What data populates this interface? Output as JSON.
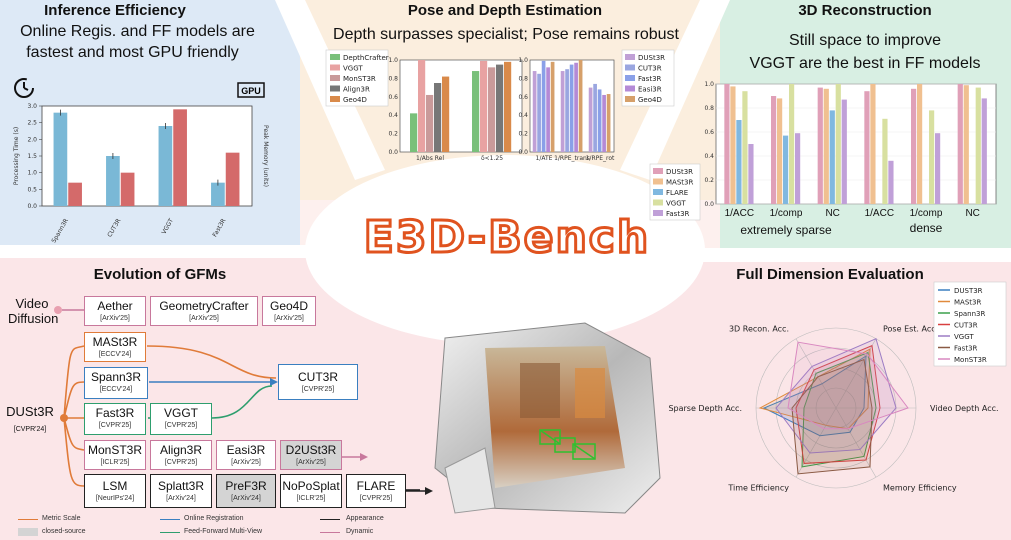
{
  "colors": {
    "orange": "#e07b39",
    "blue": "#3a7fc0",
    "green": "#2e9e6e",
    "black": "#222222",
    "pink": "#c8789c",
    "red_bar": "#d46a6a",
    "blue_bar": "#7ab8d6"
  },
  "efficiency": {
    "title": "Inference Efficiency",
    "subtitle_l1": "Online Regis. and FF models are",
    "subtitle_l2": "fastest and most GPU friendly",
    "gpu_label": "GPU",
    "ylabel_left": "Processing Time (s)",
    "ylabel_right": "Peak Memory (units)"
  },
  "pose": {
    "title": "Pose and Depth Estimation",
    "subtitle": "Depth surpasses specialist; Pose remains robust"
  },
  "recon": {
    "title": "3D Reconstruction",
    "subtitle_l1": "Still space to improve",
    "subtitle_l2": "VGGT are the best in FF models",
    "group_sparse": "extremely sparse",
    "group_dense": "dense"
  },
  "logo": {
    "text": "E3D-Bench"
  },
  "evolution": {
    "title": "Evolution of GFMs",
    "video_label_l1": "Video",
    "video_label_l2": "Diffusion",
    "root_name": "DUSt3R",
    "root_venue": "[CVPR'24]",
    "nodes": [
      {
        "name": "Aether",
        "venue": "[ArXiv'25]"
      },
      {
        "name": "GeometryCrafter",
        "venue": "[ArXiv'25]"
      },
      {
        "name": "Geo4D",
        "venue": "[ArXiv'25]"
      },
      {
        "name": "MASt3R",
        "venue": "[ECCV'24]"
      },
      {
        "name": "Spann3R",
        "venue": "[ECCV'24]"
      },
      {
        "name": "CUT3R",
        "venue": "[CVPR'25]"
      },
      {
        "name": "Fast3R",
        "venue": "[CVPR'25]"
      },
      {
        "name": "VGGT",
        "venue": "[CVPR'25]"
      },
      {
        "name": "MonST3R",
        "venue": "[ICLR'25]"
      },
      {
        "name": "Align3R",
        "venue": "[CVPR'25]"
      },
      {
        "name": "Easi3R",
        "venue": "[ArXiv'25]"
      },
      {
        "name": "D2USt3R",
        "venue": "[ArXiv'25]"
      },
      {
        "name": "LSM",
        "venue": "[NeurIPs'24]"
      },
      {
        "name": "Splatt3R",
        "venue": "[ArXiv'24]"
      },
      {
        "name": "PreF3R",
        "venue": "[ArXiv'24]"
      },
      {
        "name": "NoPoSplat",
        "venue": "[ICLR'25]"
      },
      {
        "name": "FLARE",
        "venue": "[CVPR'25]"
      }
    ],
    "key": {
      "metric": "Metric Scale",
      "closed": "closed-source",
      "online": "Online Registration",
      "ffmv": "Feed-Forward Multi-View",
      "appearance": "Appearance",
      "dynamic": "Dynamic"
    }
  },
  "full": {
    "title": "Full Dimension Evaluation",
    "axes": [
      "Pose Est. Acc.",
      "Video Depth Acc.",
      "Memory Efficiency",
      "Time Efficiency",
      "Sparse Depth Acc.",
      "3D Recon. Acc."
    ],
    "legend": [
      {
        "name": "DUST3R",
        "color": "#3a7fc0"
      },
      {
        "name": "MASt3R",
        "color": "#e08a3c"
      },
      {
        "name": "Spann3R",
        "color": "#3aa04a"
      },
      {
        "name": "CUT3R",
        "color": "#d84040"
      },
      {
        "name": "VGGT",
        "color": "#9c7cc4"
      },
      {
        "name": "Fast3R",
        "color": "#8a5a44"
      },
      {
        "name": "MonST3R",
        "color": "#d988c0"
      }
    ]
  },
  "chart_data": [
    {
      "type": "bar",
      "categories": [
        "Spann3R",
        "CUT3R",
        "VGGT",
        "Fast3R"
      ],
      "series": [
        {
          "name": "",
          "values": [
            2.8,
            1.5,
            2.4,
            0.7
          ]
        },
        {
          "name": "",
          "values": [
            0.7,
            1.0,
            2.9,
            1.6
          ]
        }
      ],
      "ylim": [
        0,
        3.0
      ]
    },
    {
      "type": "bar",
      "categories": [
        "1/Abs Rel",
        "δ<1.25",
        "1/ATE",
        "1/RPE_trans",
        "1/RPE_rot"
      ],
      "series": [
        {
          "name": "DepthCrafter",
          "values": [
            0.42,
            0.88,
            null,
            null,
            null
          ]
        },
        {
          "name": "VGGT",
          "values": [
            1.0,
            0.99,
            null,
            null,
            null
          ]
        },
        {
          "name": "MonST3R",
          "values": [
            0.62,
            0.92,
            null,
            null,
            null
          ]
        },
        {
          "name": "Align3R",
          "values": [
            0.75,
            0.95,
            null,
            null,
            null
          ]
        },
        {
          "name": "Geo4D",
          "values": [
            0.82,
            0.98,
            null,
            null,
            null
          ]
        },
        {
          "name": "DUSt3R",
          "values": [
            null,
            null,
            0.88,
            0.88,
            0.7
          ]
        },
        {
          "name": "CUT3R",
          "values": [
            null,
            null,
            0.85,
            0.9,
            0.74
          ]
        },
        {
          "name": "Fast3R",
          "values": [
            null,
            null,
            0.99,
            0.95,
            0.68
          ]
        },
        {
          "name": "Easi3R",
          "values": [
            null,
            null,
            0.92,
            0.97,
            0.62
          ]
        },
        {
          "name": "Geo4D",
          "values": [
            null,
            null,
            0.98,
            1.0,
            0.63
          ]
        }
      ],
      "ylim": [
        0,
        1.0
      ]
    },
    {
      "type": "bar",
      "categories": [
        "1/ACC",
        "1/comp",
        "NC",
        "1/ACC",
        "1/comp",
        "NC"
      ],
      "series": [
        {
          "name": "DUSt3R",
          "values": [
            1.0,
            0.9,
            0.97,
            0.94,
            0.96,
            1.0
          ]
        },
        {
          "name": "MASt3R",
          "values": [
            0.98,
            0.88,
            0.96,
            1.0,
            1.0,
            0.99
          ]
        },
        {
          "name": "FLARE",
          "values": [
            0.7,
            0.57,
            0.78,
            0.0,
            0.0,
            0.0
          ]
        },
        {
          "name": "VGGT",
          "values": [
            0.94,
            1.0,
            1.0,
            0.71,
            0.78,
            0.97
          ]
        },
        {
          "name": "Fast3R",
          "values": [
            0.5,
            0.59,
            0.87,
            0.36,
            0.59,
            0.88
          ]
        }
      ],
      "ylim": [
        0,
        1.0
      ]
    },
    {
      "type": "radar",
      "axes": [
        "Pose Est. Acc.",
        "Video Depth Acc.",
        "Memory Efficiency",
        "Time Efficiency",
        "Sparse Depth Acc.",
        "3D Recon. Acc."
      ],
      "series": [
        {
          "name": "DUST3R",
          "values": [
            0.75,
            0.35,
            0.35,
            0.4,
            0.9,
            0.35
          ]
        },
        {
          "name": "MASt3R",
          "values": [
            0.85,
            0.4,
            0.3,
            0.25,
            0.95,
            0.45
          ]
        },
        {
          "name": "Spann3R",
          "values": [
            0.8,
            0.5,
            0.7,
            0.85,
            0.4,
            0.5
          ]
        },
        {
          "name": "CUT3R",
          "values": [
            0.9,
            0.55,
            0.75,
            0.8,
            0.5,
            0.55
          ]
        },
        {
          "name": "VGGT",
          "values": [
            1.0,
            0.75,
            0.6,
            0.65,
            0.75,
            0.6
          ]
        },
        {
          "name": "Fast3R",
          "values": [
            0.7,
            0.45,
            0.85,
            0.95,
            0.55,
            0.45
          ]
        },
        {
          "name": "MonST3R",
          "values": [
            0.78,
            0.9,
            0.3,
            0.3,
            0.6,
            0.95
          ]
        }
      ],
      "rlim": [
        0,
        1
      ]
    }
  ]
}
